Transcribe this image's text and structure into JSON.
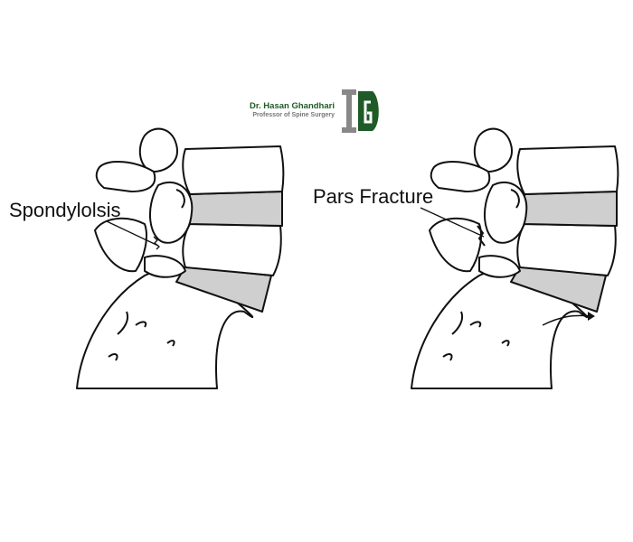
{
  "logo": {
    "name": "Dr. Hasan Ghandhari",
    "subtitle": "Professor of Spine Surgery",
    "monogram": "HG"
  },
  "labels": {
    "left": "Spondylolsis",
    "right": "Pars Fracture"
  },
  "colors": {
    "brand_green": "#1e5b27",
    "brand_gray": "#777777",
    "disc_gray": "#cfcfcf"
  }
}
